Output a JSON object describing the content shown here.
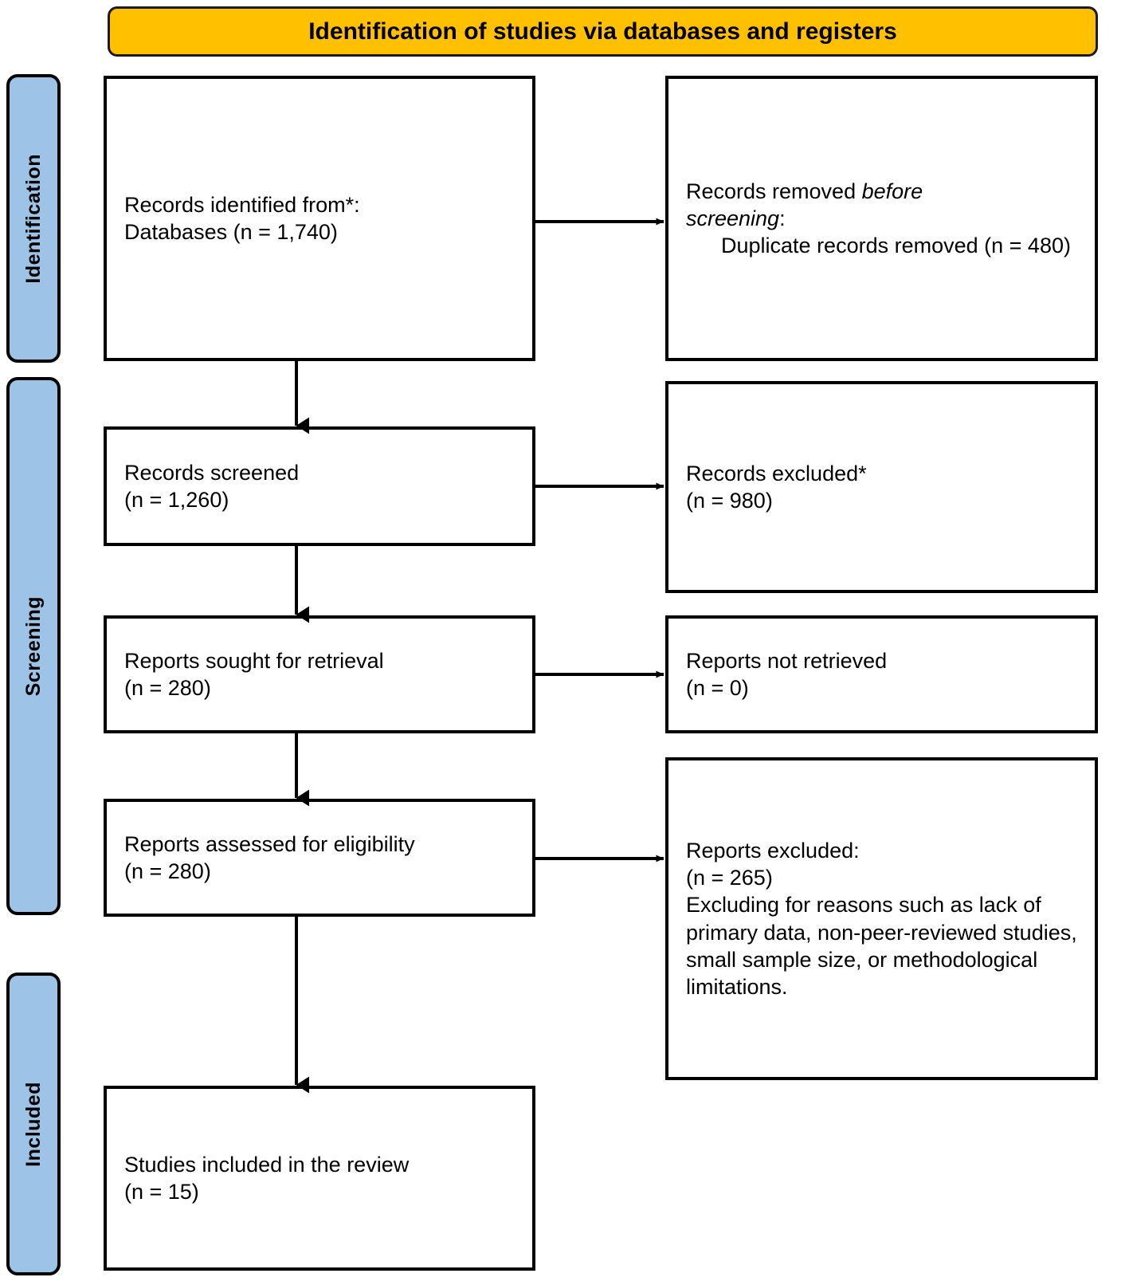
{
  "header": {
    "title": "Identification of studies via databases and registers",
    "bg_color": "#FFC000"
  },
  "stages": {
    "bg_color": "#9DC3E6",
    "identification": "Identification",
    "screening": "Screening",
    "included": "Included"
  },
  "boxes": {
    "identified": {
      "line1": "Records identified from*:",
      "line2": "Databases (n = 1,740)"
    },
    "removed": {
      "line1_a": "Records removed ",
      "line1_em": "before",
      "line2_em": "screening",
      "line2_b": ":",
      "line3": "Duplicate records removed (n = 480)"
    },
    "screened": {
      "line1": "Records screened",
      "line2": "(n = 1,260)"
    },
    "records_excluded": {
      "line1": "Records excluded*",
      "line2": "(n = 980)"
    },
    "sought": {
      "line1": "Reports sought for retrieval",
      "line2": "(n = 280)"
    },
    "not_retrieved": {
      "line1": "Reports not retrieved",
      "line2": "(n = 0)"
    },
    "assessed": {
      "line1": "Reports assessed for eligibility",
      "line2": "(n = 280)"
    },
    "reports_excluded": {
      "line1": "Reports excluded:",
      "line2": "(n = 265)",
      "line3": "Excluding for reasons such as lack of primary data, non-peer-reviewed studies, small sample size, or methodological limitations."
    },
    "included": {
      "line1": "Studies included in the review",
      "line2": "(n = 15)"
    }
  },
  "chart_data": {
    "type": "diagram",
    "title": "Identification of studies via databases and registers",
    "nodes": [
      {
        "id": "identified",
        "stage": "Identification",
        "column": "left",
        "label": "Records identified from*: Databases (n = 1,740)",
        "n": 1740
      },
      {
        "id": "removed",
        "stage": "Identification",
        "column": "right",
        "label": "Records removed before screening: Duplicate records removed (n = 480)",
        "n": 480
      },
      {
        "id": "screened",
        "stage": "Screening",
        "column": "left",
        "label": "Records screened (n = 1,260)",
        "n": 1260
      },
      {
        "id": "records_excluded",
        "stage": "Screening",
        "column": "right",
        "label": "Records excluded* (n = 980)",
        "n": 980
      },
      {
        "id": "sought",
        "stage": "Screening",
        "column": "left",
        "label": "Reports sought for retrieval (n = 280)",
        "n": 280
      },
      {
        "id": "not_retrieved",
        "stage": "Screening",
        "column": "right",
        "label": "Reports not retrieved (n = 0)",
        "n": 0
      },
      {
        "id": "assessed",
        "stage": "Screening",
        "column": "left",
        "label": "Reports assessed for eligibility (n = 280)",
        "n": 280
      },
      {
        "id": "reports_excluded",
        "stage": "Screening",
        "column": "right",
        "label": "Reports excluded: (n = 265)",
        "n": 265
      },
      {
        "id": "included",
        "stage": "Included",
        "column": "left",
        "label": "Studies included in the review (n = 15)",
        "n": 15
      }
    ],
    "edges": [
      {
        "from": "identified",
        "to": "removed",
        "direction": "horizontal"
      },
      {
        "from": "identified",
        "to": "screened",
        "direction": "vertical"
      },
      {
        "from": "screened",
        "to": "records_excluded",
        "direction": "horizontal"
      },
      {
        "from": "screened",
        "to": "sought",
        "direction": "vertical"
      },
      {
        "from": "sought",
        "to": "not_retrieved",
        "direction": "horizontal"
      },
      {
        "from": "sought",
        "to": "assessed",
        "direction": "vertical"
      },
      {
        "from": "assessed",
        "to": "reports_excluded",
        "direction": "horizontal"
      },
      {
        "from": "assessed",
        "to": "included",
        "direction": "vertical"
      }
    ]
  }
}
